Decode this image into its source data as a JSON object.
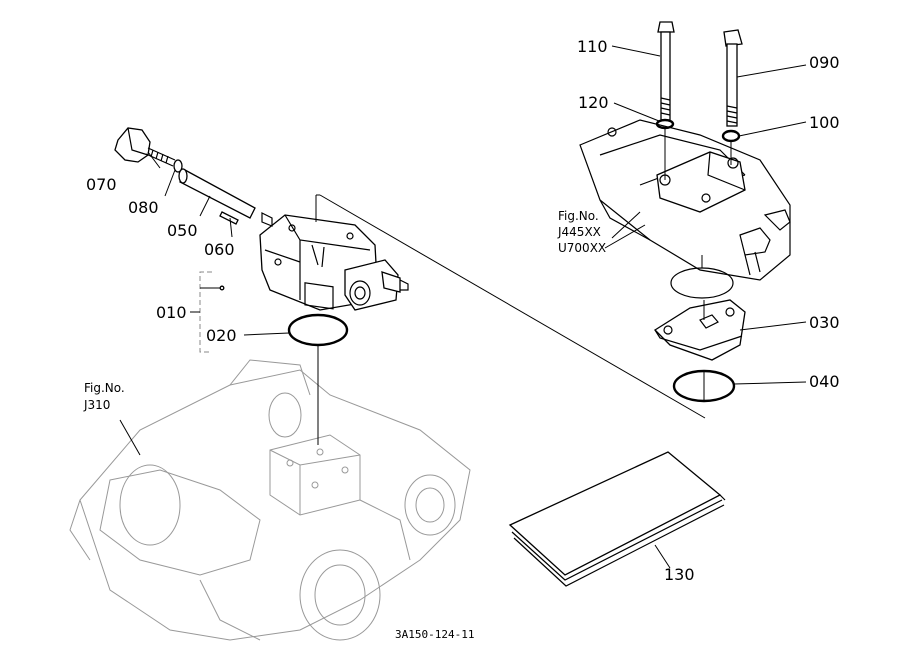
{
  "parts": {
    "p010": "010",
    "p020": "020",
    "p030": "030",
    "p040": "040",
    "p050": "050",
    "p060": "060",
    "p070": "070",
    "p080": "080",
    "p090": "090",
    "p100": "100",
    "p110": "110",
    "p120": "120",
    "p130": "130"
  },
  "references": {
    "ref_j445_title": "Fig.No.",
    "ref_j445_line1": "J445XX",
    "ref_j445_line2": "U700XX",
    "ref_j310_title": "Fig.No.",
    "ref_j310_line1": "J310"
  },
  "drawing_code": "3A150-124-11"
}
